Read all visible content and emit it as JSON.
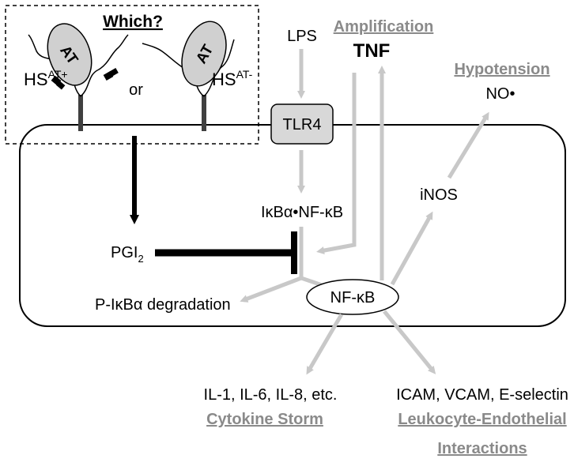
{
  "labels": {
    "which": "Which?",
    "or": "or",
    "hs_plus": "HS",
    "hs_plus_sup": "AT+",
    "hs_minus": "HS",
    "hs_minus_sup": "AT-",
    "at": "AT",
    "lps": "LPS",
    "tlr4": "TLR4",
    "amplification": "Amplification",
    "tnf": "TNF",
    "hypotension": "Hypotension",
    "no": "NO•",
    "ikba_nfkb": "IκBα•NF-κB",
    "inos": "iNOS",
    "pgi": "PGI",
    "pgi_sub": "2",
    "pikba": "P-IκBα degradation",
    "nfkb": "NF-κB",
    "cytokines": "IL-1, IL-6, IL-8, etc.",
    "cytokine_storm": "Cytokine Storm",
    "adhesion": "ICAM, VCAM, E-selectin",
    "leukocyte": "Leukocyte-Endothelial",
    "interactions": "Interactions"
  },
  "colors": {
    "black": "#000000",
    "grey_arrow": "#c8c8c8",
    "grey_text": "#8a8a8a",
    "oval_fill": "#d0d0d0",
    "tlr4_fill": "#d8d8d8"
  }
}
